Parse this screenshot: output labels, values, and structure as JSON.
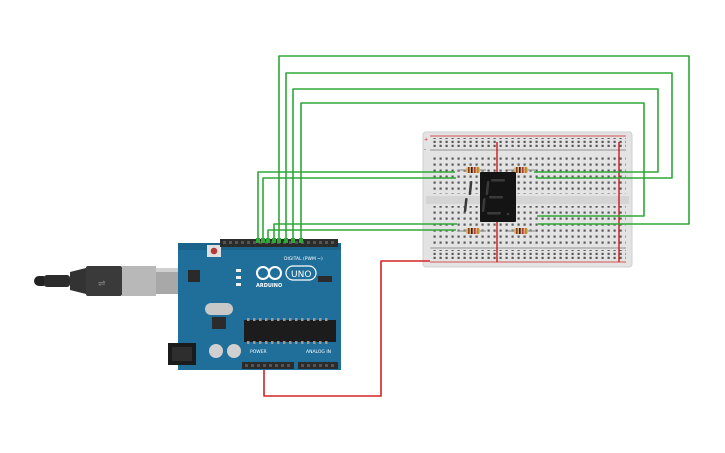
{
  "board": {
    "brand": "ARDUINO",
    "model": "UNO",
    "digital_label": "DIGITAL (PWM ~)",
    "power_label": "POWER",
    "analog_label": "ANALOG IN",
    "icon": "infinity-logo-icon"
  },
  "breadboard": {
    "rail_marks": [
      "+",
      "-"
    ]
  },
  "display": {
    "digit": "8",
    "segment_color": "#3a3a3a",
    "body_color": "#141414"
  },
  "wires": {
    "signal_color": "#2ea836",
    "power_color": "#d32222"
  },
  "usb": {
    "icon": "usb-cable-icon"
  }
}
